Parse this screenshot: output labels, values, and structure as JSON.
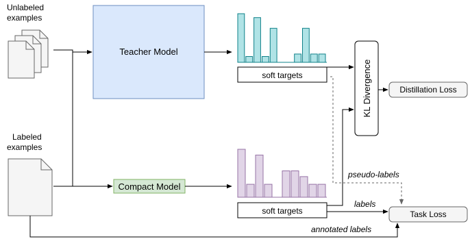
{
  "inputs": {
    "unlabeled_line1": "Unlabeled",
    "unlabeled_line2": "examples",
    "labeled_line1": "Labeled",
    "labeled_line2": "examples"
  },
  "nodes": {
    "teacher": "Teacher Model",
    "compact": "Compact Model",
    "soft_targets_teacher": "soft targets",
    "soft_targets_student": "soft targets",
    "kl_divergence": "KL Divergence",
    "distillation_loss": "Distillation Loss",
    "task_loss": "Task Loss"
  },
  "edge_labels": {
    "pseudo_labels": "pseudo-labels",
    "labels": "labels",
    "annotated_labels": "annotated labels"
  },
  "histograms": {
    "teacher": [
      1.0,
      0.12,
      0.92,
      0.12,
      0.7,
      0.0,
      0.0,
      0.17,
      0.7,
      0.17,
      0.17
    ],
    "student": [
      1.0,
      0.27,
      0.88,
      0.27,
      0.0,
      0.55,
      0.55,
      0.43,
      0.27,
      0.27
    ]
  },
  "colors": {
    "teacher_fill": "#dae8fc",
    "teacher_stroke": "#6c8ebf",
    "compact_fill": "#d5e8d4",
    "compact_stroke": "#82b366",
    "teacher_bar_fill": "#b0e3e6",
    "teacher_bar_stroke": "#0e8088",
    "student_bar_fill": "#e1d5e7",
    "student_bar_stroke": "#9673a6",
    "loss_fill": "#f5f5f5",
    "loss_stroke": "#666666",
    "dashed_stroke": "#666666"
  }
}
